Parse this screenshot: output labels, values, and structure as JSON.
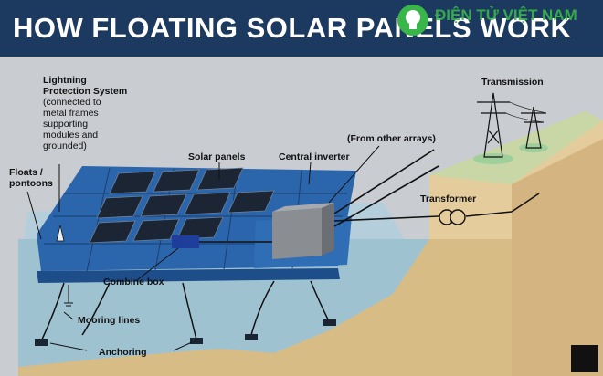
{
  "title": "HOW FLOATING SOLAR PANELS WORK",
  "watermark": {
    "text": "ĐIỆN TỬ VIỆT NAM",
    "icon": "lightbulb-icon",
    "color": "#38b64a"
  },
  "labels": {
    "lightning_title": "Lightning",
    "lightning_title2": "Protection System",
    "lightning_desc1": "(connected to",
    "lightning_desc2": "metal frames",
    "lightning_desc3": "supporting",
    "lightning_desc4": "modules and",
    "lightning_desc5": "grounded)",
    "floats1": "Floats /",
    "floats2": "pontoons",
    "solar_panels": "Solar panels",
    "central_inverter": "Central inverter",
    "other_arrays": "(From other arrays)",
    "transmission": "Transmission",
    "transformer": "Transformer",
    "combine_box": "Combine box",
    "mooring_lines": "Mooring lines",
    "anchoring": "Anchoring"
  },
  "colors": {
    "header": "#1c3a5f",
    "sky": "#c8ccd1",
    "water": "#a9c8d6",
    "pontoon": "#2f6db5",
    "panel": "#1f2a38",
    "land": "#e2c998",
    "inverter": "#8a8d91"
  }
}
